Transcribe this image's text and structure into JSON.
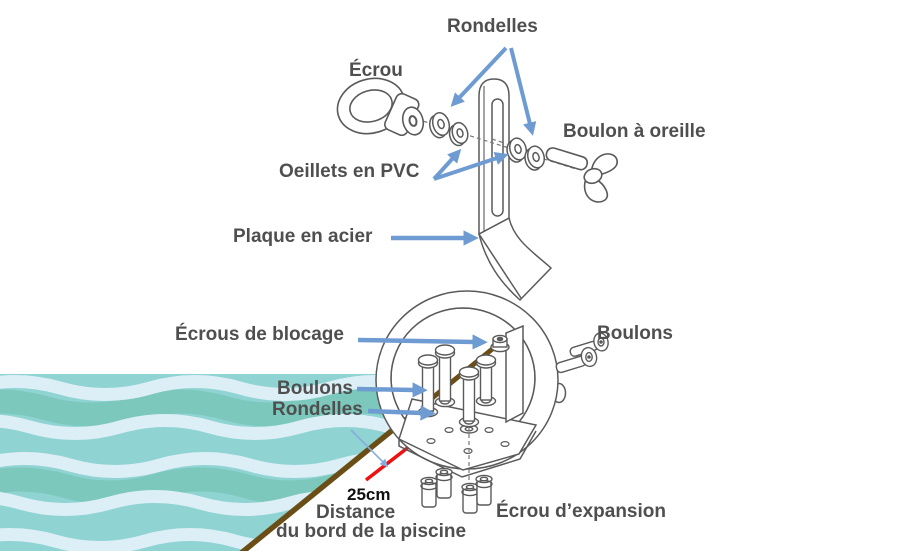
{
  "diagram": {
    "subject": "pool-anchor-assembly-diagram",
    "labels": {
      "rondelles_top": "Rondelles",
      "ecrou": "Écrou",
      "boulon_a_oreille": "Boulon à oreille",
      "oeillets_pvc": "Oeillets en PVC",
      "plaque_acier": "Plaque en acier",
      "ecrous_blocage": "Écrous de blocage",
      "boulons_right": "Boulons",
      "boulons_left": "Boulons",
      "rondelles_left": "Rondelles",
      "distance_value": "25cm",
      "distance_caption_line1": "Distance",
      "distance_caption_line2": "du bord de la piscine",
      "ecrou_expansion": "Écrou d’expansion"
    },
    "parts": [
      "eye-nut",
      "washers",
      "pvc-eyelets",
      "steel-plate",
      "wing-bolt",
      "anchor-cup",
      "lock-nut",
      "inner-bolts",
      "base-washers",
      "side-bolts",
      "expansion-nuts",
      "pool-water",
      "pool-edge-line",
      "distance-line"
    ],
    "colors": {
      "background": "#ffffff",
      "label_text": "#4f4f4f",
      "measure_text": "#111111",
      "arrow_blue": "#6f9bd3",
      "arrow_blue_light": "#85acdd",
      "line_art": "#5a5a5a",
      "pool_edge_brown": "#6b4e16",
      "distance_line_red": "#ee1111",
      "water_base": "#8fd3d3",
      "water_wave_dark": "#7cc8bc",
      "water_wave_light": "#dceff6"
    }
  }
}
